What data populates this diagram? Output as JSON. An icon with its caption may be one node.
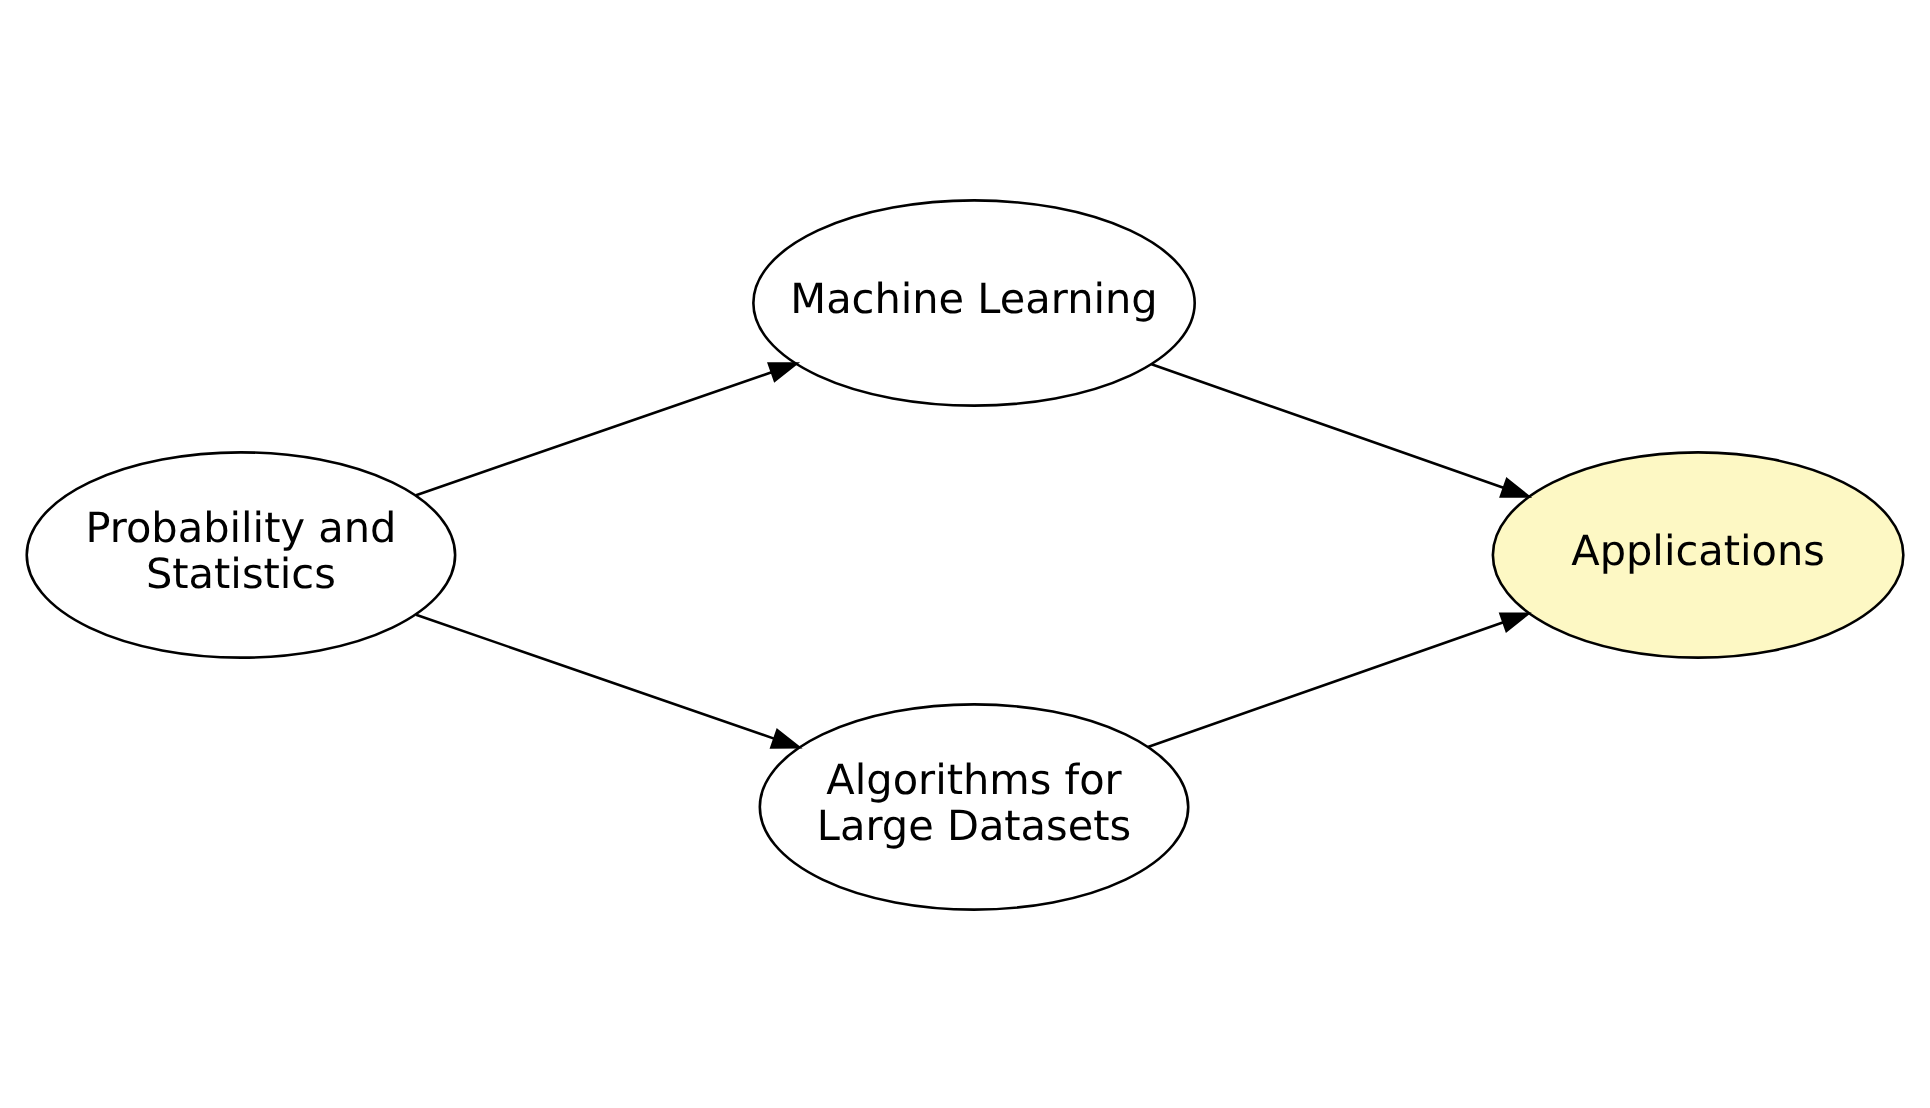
{
  "diagram": {
    "nodes": [
      {
        "text": [
          "Probability and Statistics"
        ]
      },
      {
        "text": [
          "Machine Learning"
        ]
      },
      {
        "text": [
          "Algorithms for Large Datasets"
        ]
      },
      {
        "text": [
          "Applications"
        ]
      }
    ],
    "edges": [
      {
        "from": 0,
        "to": 1,
        "arrow": "to"
      },
      {
        "from": 0,
        "to": 2,
        "arrow": "to"
      },
      {
        "from": 1,
        "to": 3,
        "arrow": "to"
      },
      {
        "from": 2,
        "to": 3,
        "arrow": "to"
      }
    ]
  }
}
